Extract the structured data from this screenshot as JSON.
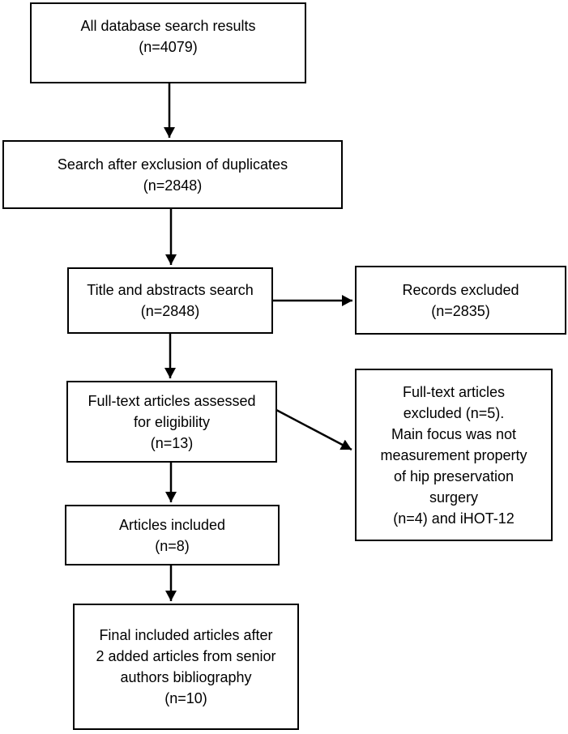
{
  "diagram": {
    "kind": "flowchart",
    "colors": {
      "background": "#ffffff",
      "box_border": "#000000",
      "text": "#000000",
      "arrow": "#000000"
    },
    "nodes": {
      "all_database_results": {
        "text": "All database search results\n(n=4079)"
      },
      "after_duplicate_exclusion": {
        "text": "Search after exclusion of duplicates\n(n=2848)"
      },
      "title_abstract_search": {
        "text": "Title and abstracts search\n(n=2848)"
      },
      "records_excluded": {
        "text": "Records excluded\n(n=2835)"
      },
      "fulltext_assessed": {
        "text": "Full-text articles assessed\nfor eligibility\n(n=13)"
      },
      "fulltext_excluded": {
        "text": "Full-text articles\nexcluded (n=5).\nMain focus was not\nmeasurement property\nof hip preservation\nsurgery\n(n=4) and iHOT-12"
      },
      "articles_included": {
        "text": "Articles included\n(n=8)"
      },
      "final_included": {
        "text": "Final included articles after\n2 added articles from senior\nauthors bibliography\n(n=10)"
      }
    }
  }
}
